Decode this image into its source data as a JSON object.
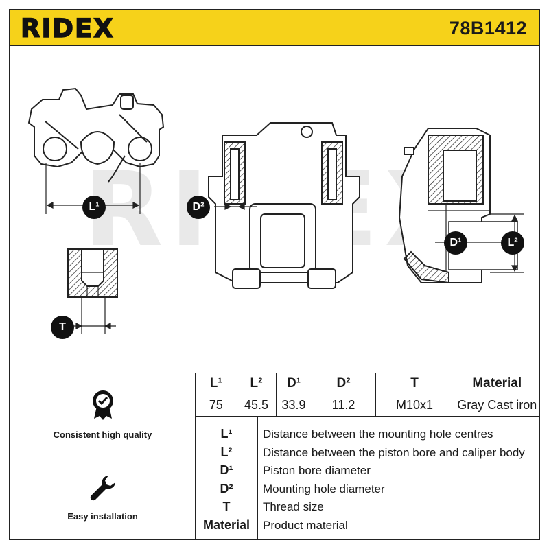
{
  "header": {
    "brand": "RIDEX",
    "part_number": "78B1412",
    "bg_color": "#f6d21a"
  },
  "drawing": {
    "watermark": "RIDEX",
    "callouts": {
      "l1": "L¹",
      "l2": "L²",
      "d1": "D¹",
      "d2": "D²",
      "t": "T"
    }
  },
  "features": [
    {
      "label": "Consistent high quality",
      "icon": "quality-badge-icon"
    },
    {
      "label": "Easy installation",
      "icon": "wrench-icon"
    }
  ],
  "specs": {
    "headers": [
      "L¹",
      "L²",
      "D¹",
      "D²",
      "T",
      "Material"
    ],
    "values": [
      "75",
      "45.5",
      "33.9",
      "11.2",
      "M10x1",
      "Gray Cast iron"
    ]
  },
  "legend": [
    {
      "key": "L¹",
      "text": "Distance between the mounting hole centres"
    },
    {
      "key": "L²",
      "text": "Distance between the piston bore and caliper body"
    },
    {
      "key": "D¹",
      "text": "Piston bore diameter"
    },
    {
      "key": "D²",
      "text": "Mounting hole diameter"
    },
    {
      "key": "T",
      "text": "Thread size"
    },
    {
      "key": "Material",
      "text": "Product material"
    }
  ]
}
